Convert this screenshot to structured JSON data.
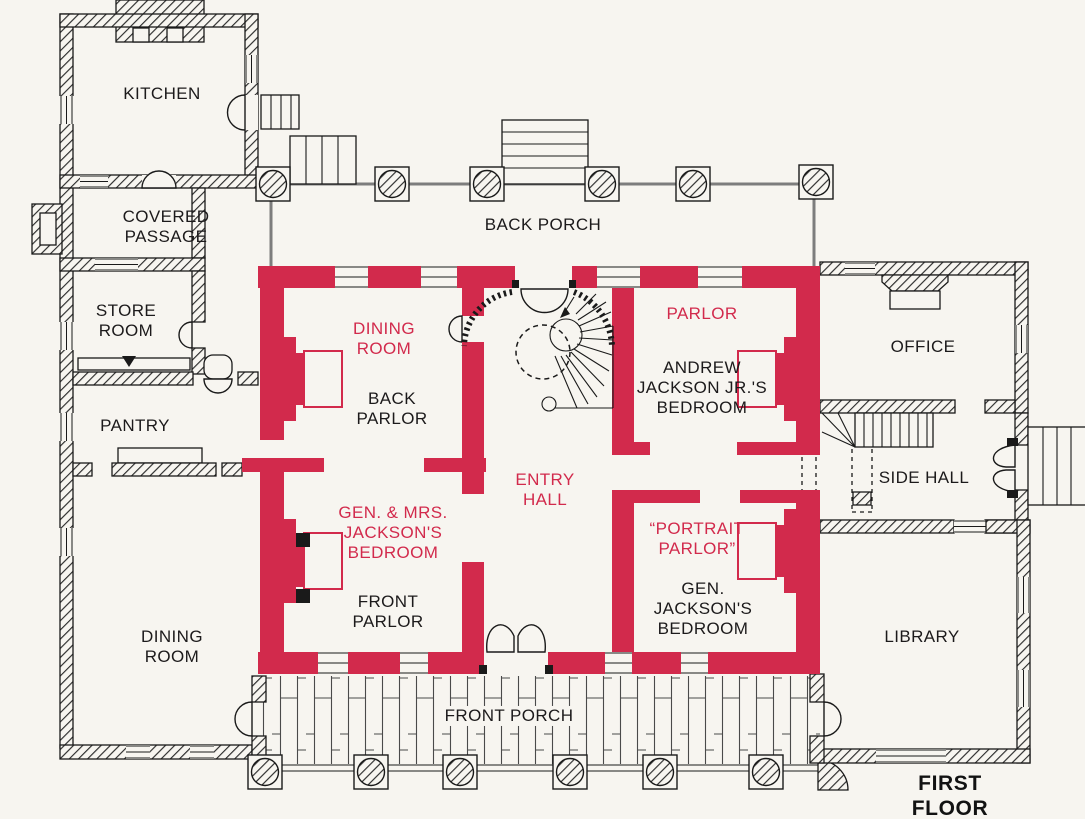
{
  "plan": {
    "title": "FIRST FLOOR",
    "colors": {
      "highlight_red": "#d22a4c",
      "ink_black": "#1c1a1b",
      "paper": "#f7f5f0"
    },
    "rooms": {
      "kitchen": {
        "label": "KITCHEN"
      },
      "covered_passage": {
        "label": "COVERED\nPASSAGE"
      },
      "store_room": {
        "label": "STORE\nROOM"
      },
      "pantry": {
        "label": "PANTRY"
      },
      "dining_room_west_wing": {
        "label": "DINING\nROOM"
      },
      "back_porch": {
        "label": "BACK PORCH"
      },
      "dining_room": {
        "label": "DINING\nROOM"
      },
      "back_parlor": {
        "label": "BACK\nPARLOR"
      },
      "gen_and_mrs_jacksons_bedroom": {
        "label": "GEN. & MRS.\nJACKSON'S\nBEDROOM"
      },
      "front_parlor": {
        "label": "FRONT\nPARLOR"
      },
      "entry_hall": {
        "label": "ENTRY\nHALL"
      },
      "parlor": {
        "label": "PARLOR"
      },
      "andrew_jackson_jrs_bedroom": {
        "label": "ANDREW\nJACKSON JR.'S\nBEDROOM"
      },
      "portrait_parlor": {
        "label": "“PORTRAIT\nPARLOR”"
      },
      "gen_jacksons_bedroom": {
        "label": "GEN.\nJACKSON'S\nBEDROOM"
      },
      "office": {
        "label": "OFFICE"
      },
      "side_hall": {
        "label": "SIDE HALL"
      },
      "library": {
        "label": "LIBRARY"
      },
      "front_porch": {
        "label": "FRONT PORCH"
      }
    }
  }
}
